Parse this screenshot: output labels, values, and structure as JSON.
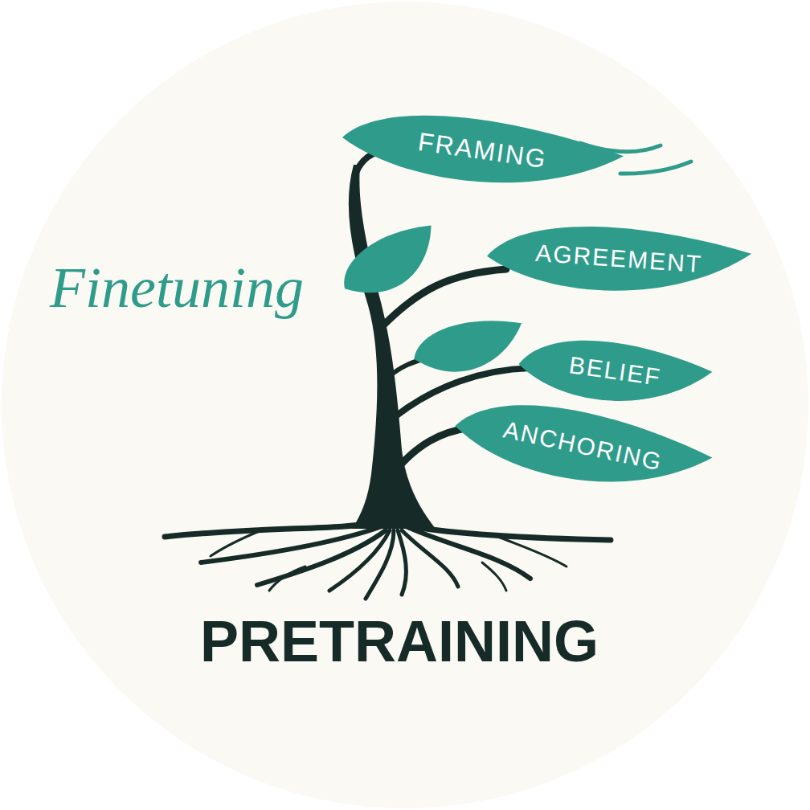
{
  "diagram": {
    "nodes": [
      {
        "text": [
          "FRAMING"
        ]
      },
      {
        "text": [
          "AGREEMENT"
        ]
      },
      {
        "text": [
          "BELIEF"
        ]
      },
      {
        "text": [
          "ANCHORING"
        ]
      }
    ],
    "labels": [
      "Finetuning",
      "PRETRAINING"
    ]
  }
}
